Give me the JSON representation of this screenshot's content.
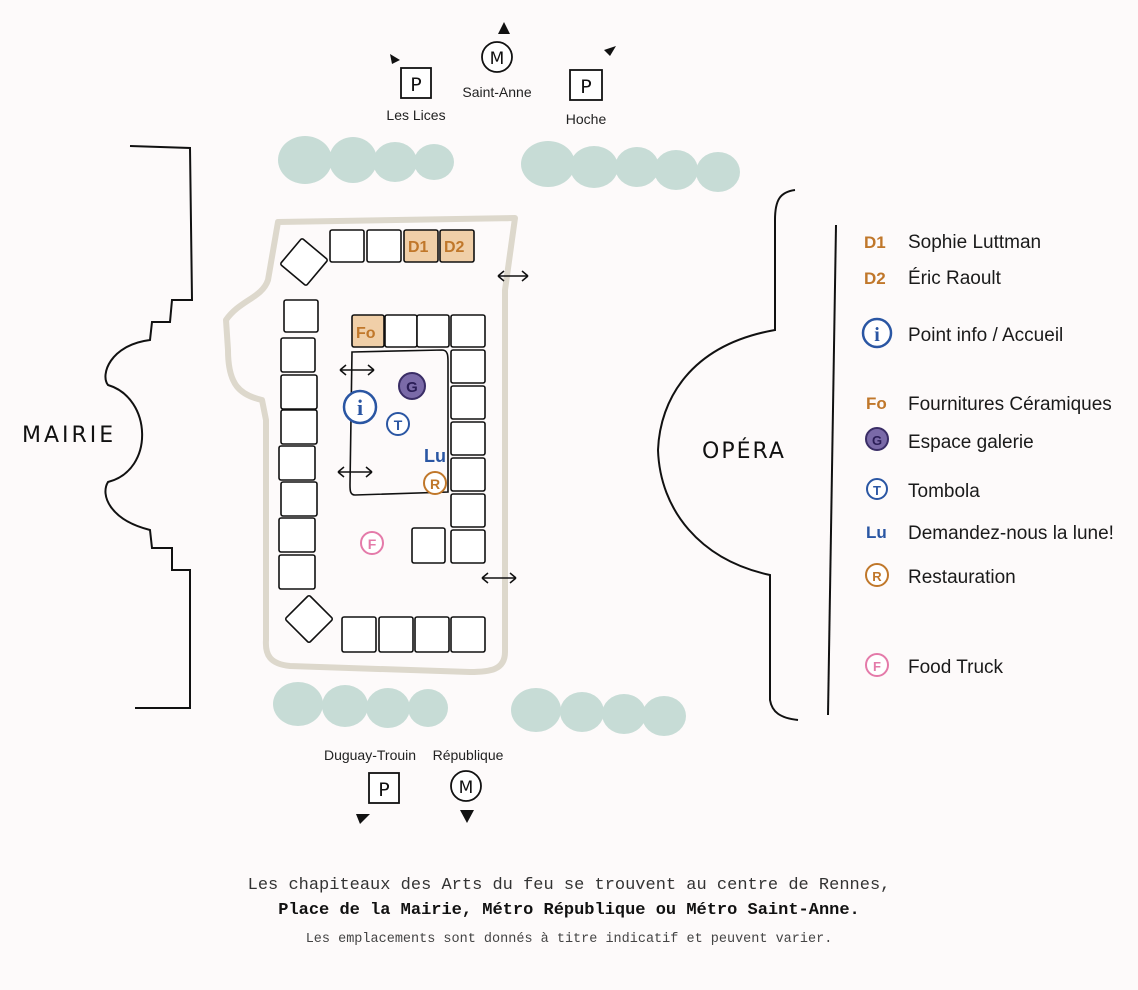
{
  "map": {
    "mairie_label": "MAIRIE",
    "opera_label": "OPÉRA",
    "top_access": [
      {
        "symbol": "P",
        "label": "Les Lices"
      },
      {
        "symbol": "M",
        "label": "Saint-Anne"
      },
      {
        "symbol": "P",
        "label": "Hoche"
      }
    ],
    "bottom_access": [
      {
        "symbol": "P",
        "label": "Duguay-Trouin"
      },
      {
        "symbol": "M",
        "label": "République"
      }
    ],
    "stand_codes": {
      "d1": "D1",
      "d2": "D2",
      "fo": "Fo",
      "lu": "Lu"
    },
    "markers": {
      "info": "i",
      "galerie": "G",
      "tombola": "T",
      "restauration": "R",
      "food_truck": "F"
    }
  },
  "legend": [
    {
      "code": "D1",
      "label": "Sophie Luttman"
    },
    {
      "code": "D2",
      "label": "Éric Raoult"
    },
    {
      "code": "i",
      "label": "Point info / Accueil"
    },
    {
      "code": "Fo",
      "label": "Fournitures Céramiques"
    },
    {
      "code": "G",
      "label": "Espace galerie"
    },
    {
      "code": "T",
      "label": "Tombola"
    },
    {
      "code": "Lu",
      "label": "Demandez-nous la lune!"
    },
    {
      "code": "R",
      "label": "Restauration"
    },
    {
      "code": "F",
      "label": "Food Truck"
    }
  ],
  "colors": {
    "orange": "#c0772a",
    "blue": "#2a56a3",
    "purple": "#5a4a8a",
    "pink": "#e47aa9",
    "stand_highlight": "#f0cfa8",
    "trees": "#c7dcd6",
    "square_outline": "#ddd8cc"
  },
  "caption": {
    "line1": "Les chapiteaux des Arts du feu se trouvent au centre de Rennes,",
    "line2": "Place de la Mairie, Métro République ou Métro Saint-Anne.",
    "line3": "Les emplacements sont donnés à titre indicatif et peuvent varier."
  }
}
